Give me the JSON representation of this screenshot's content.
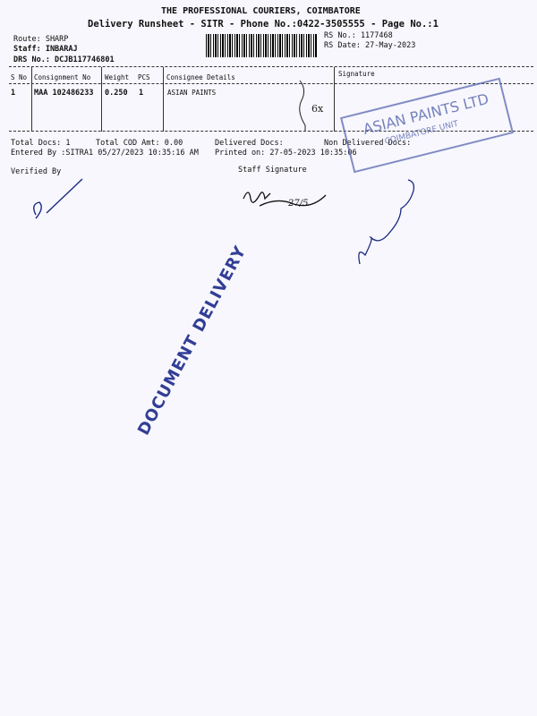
{
  "header": {
    "title": "THE PROFESSIONAL COURIERS, COIMBATORE",
    "subtitle": "Delivery Runsheet - SITR - Phone No.:0422-3505555 - Page No.:1",
    "route": "Route: SHARP",
    "staff": "Staff: INBARAJ",
    "drs": "DRS No.: DCJB117746801",
    "rs_no": "RS No.: 1177468",
    "rs_date": "RS Date: 27-May-2023"
  },
  "table": {
    "columns": [
      "S No",
      "Consignment No",
      "Weight",
      "PCS",
      "Consignee Details",
      "Signature"
    ],
    "rows": [
      {
        "sno": "1",
        "consignment": "MAA 102486233",
        "weight": "0.250",
        "pcs": "1",
        "consignee": "ASIAN PAINTS"
      }
    ]
  },
  "footer": {
    "total_docs": "Total Docs:  1",
    "total_cod": "Total COD Amt:   0.00",
    "delivered": "Delivered Docs:",
    "non_delivered": "Non Delivered Docs:",
    "entered_by": "Entered By :SITRA1 05/27/2023 10:35:16 AM",
    "printed_on": "Printed on: 27-05-2023 10:35:06",
    "verified_by": "Verified By",
    "staff_signature": "Staff Signature"
  },
  "stamps": {
    "delivery": "DOCUMENT DELIVERY",
    "company": "ASIAN PAINTS LTD",
    "unit": "COIMBATORE UNIT"
  },
  "handwriting": {
    "pcs_note": "6x",
    "date_note": "27/5"
  }
}
